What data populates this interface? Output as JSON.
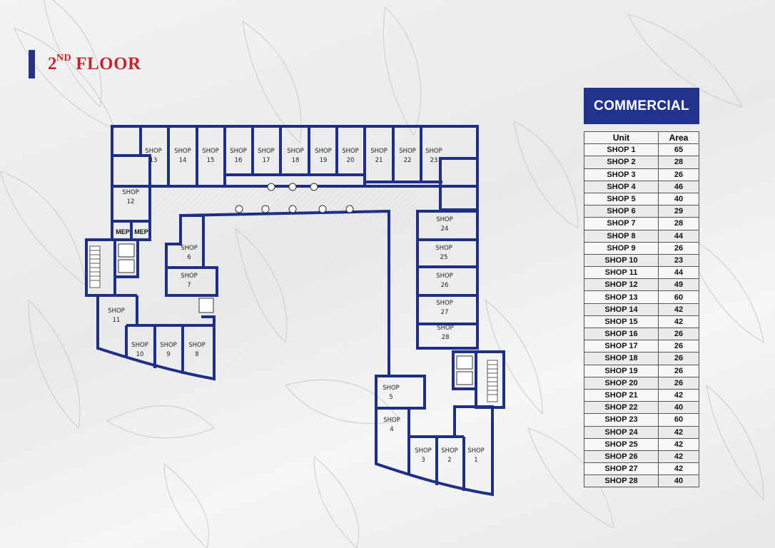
{
  "page": {
    "title_main": "2",
    "title_sup": "ND",
    "title_rest": "FLOOR"
  },
  "commercial_label": "COMMERCIAL",
  "table": {
    "headers": [
      "Unit",
      "Area"
    ],
    "rows": [
      {
        "unit": "SHOP 1",
        "area": "65"
      },
      {
        "unit": "SHOP 2",
        "area": "28"
      },
      {
        "unit": "SHOP 3",
        "area": "26"
      },
      {
        "unit": "SHOP 4",
        "area": "46"
      },
      {
        "unit": "SHOP 5",
        "area": "40"
      },
      {
        "unit": "SHOP 6",
        "area": "29"
      },
      {
        "unit": "SHOP 7",
        "area": "28"
      },
      {
        "unit": "SHOP 8",
        "area": "44"
      },
      {
        "unit": "SHOP 9",
        "area": "26"
      },
      {
        "unit": "SHOP 10",
        "area": "23"
      },
      {
        "unit": "SHOP 11",
        "area": "44"
      },
      {
        "unit": "SHOP 12",
        "area": "49"
      },
      {
        "unit": "SHOP 13",
        "area": "60"
      },
      {
        "unit": "SHOP 14",
        "area": "42"
      },
      {
        "unit": "SHOP 15",
        "area": "42"
      },
      {
        "unit": "SHOP 16",
        "area": "26"
      },
      {
        "unit": "SHOP 17",
        "area": "26"
      },
      {
        "unit": "SHOP 18",
        "area": "26"
      },
      {
        "unit": "SHOP 19",
        "area": "26"
      },
      {
        "unit": "SHOP 20",
        "area": "26"
      },
      {
        "unit": "SHOP 21",
        "area": "42"
      },
      {
        "unit": "SHOP 22",
        "area": "40"
      },
      {
        "unit": "SHOP 23",
        "area": "60"
      },
      {
        "unit": "SHOP 24",
        "area": "42"
      },
      {
        "unit": "SHOP 25",
        "area": "42"
      },
      {
        "unit": "SHOP 26",
        "area": "42"
      },
      {
        "unit": "SHOP 27",
        "area": "42"
      },
      {
        "unit": "SHOP 28",
        "area": "40"
      }
    ]
  },
  "plan": {
    "shop_word": "SHOP",
    "mep_label": "MEP",
    "shops": [
      {
        "num": "13"
      },
      {
        "num": "14"
      },
      {
        "num": "15"
      },
      {
        "num": "16"
      },
      {
        "num": "17"
      },
      {
        "num": "18"
      },
      {
        "num": "19"
      },
      {
        "num": "20"
      },
      {
        "num": "21"
      },
      {
        "num": "22"
      },
      {
        "num": "23"
      },
      {
        "num": "12"
      },
      {
        "num": "6"
      },
      {
        "num": "7"
      },
      {
        "num": "11"
      },
      {
        "num": "10"
      },
      {
        "num": "9"
      },
      {
        "num": "8"
      },
      {
        "num": "24"
      },
      {
        "num": "25"
      },
      {
        "num": "26"
      },
      {
        "num": "27"
      },
      {
        "num": "28"
      },
      {
        "num": "5"
      },
      {
        "num": "4"
      },
      {
        "num": "3"
      },
      {
        "num": "2"
      },
      {
        "num": "1"
      }
    ]
  },
  "colors": {
    "wall": "#1f2f86",
    "accent_red": "#c0282e",
    "header_blue": "#22338e"
  }
}
